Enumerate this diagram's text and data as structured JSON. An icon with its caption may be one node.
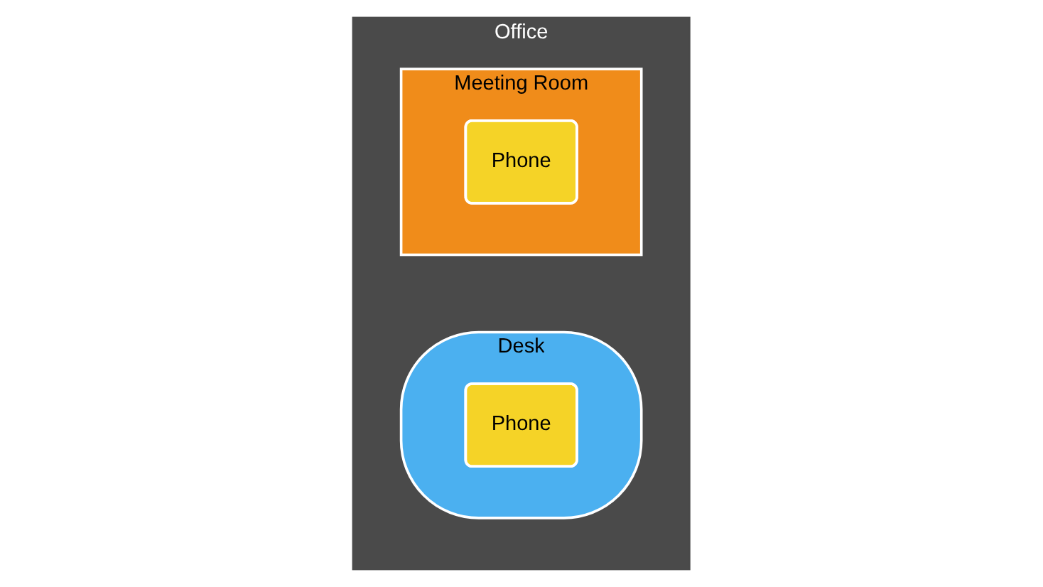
{
  "diagram": {
    "nodes": [
      {
        "text": [
          "Office"
        ]
      },
      {
        "text": [
          "Desk"
        ],
        "in": 0
      },
      {
        "text": [
          "Phone"
        ],
        "in": 1
      },
      {
        "text": [
          "Meeting Room"
        ],
        "in": 0
      },
      {
        "text": [
          "Phone"
        ],
        "in": 3
      }
    ]
  }
}
